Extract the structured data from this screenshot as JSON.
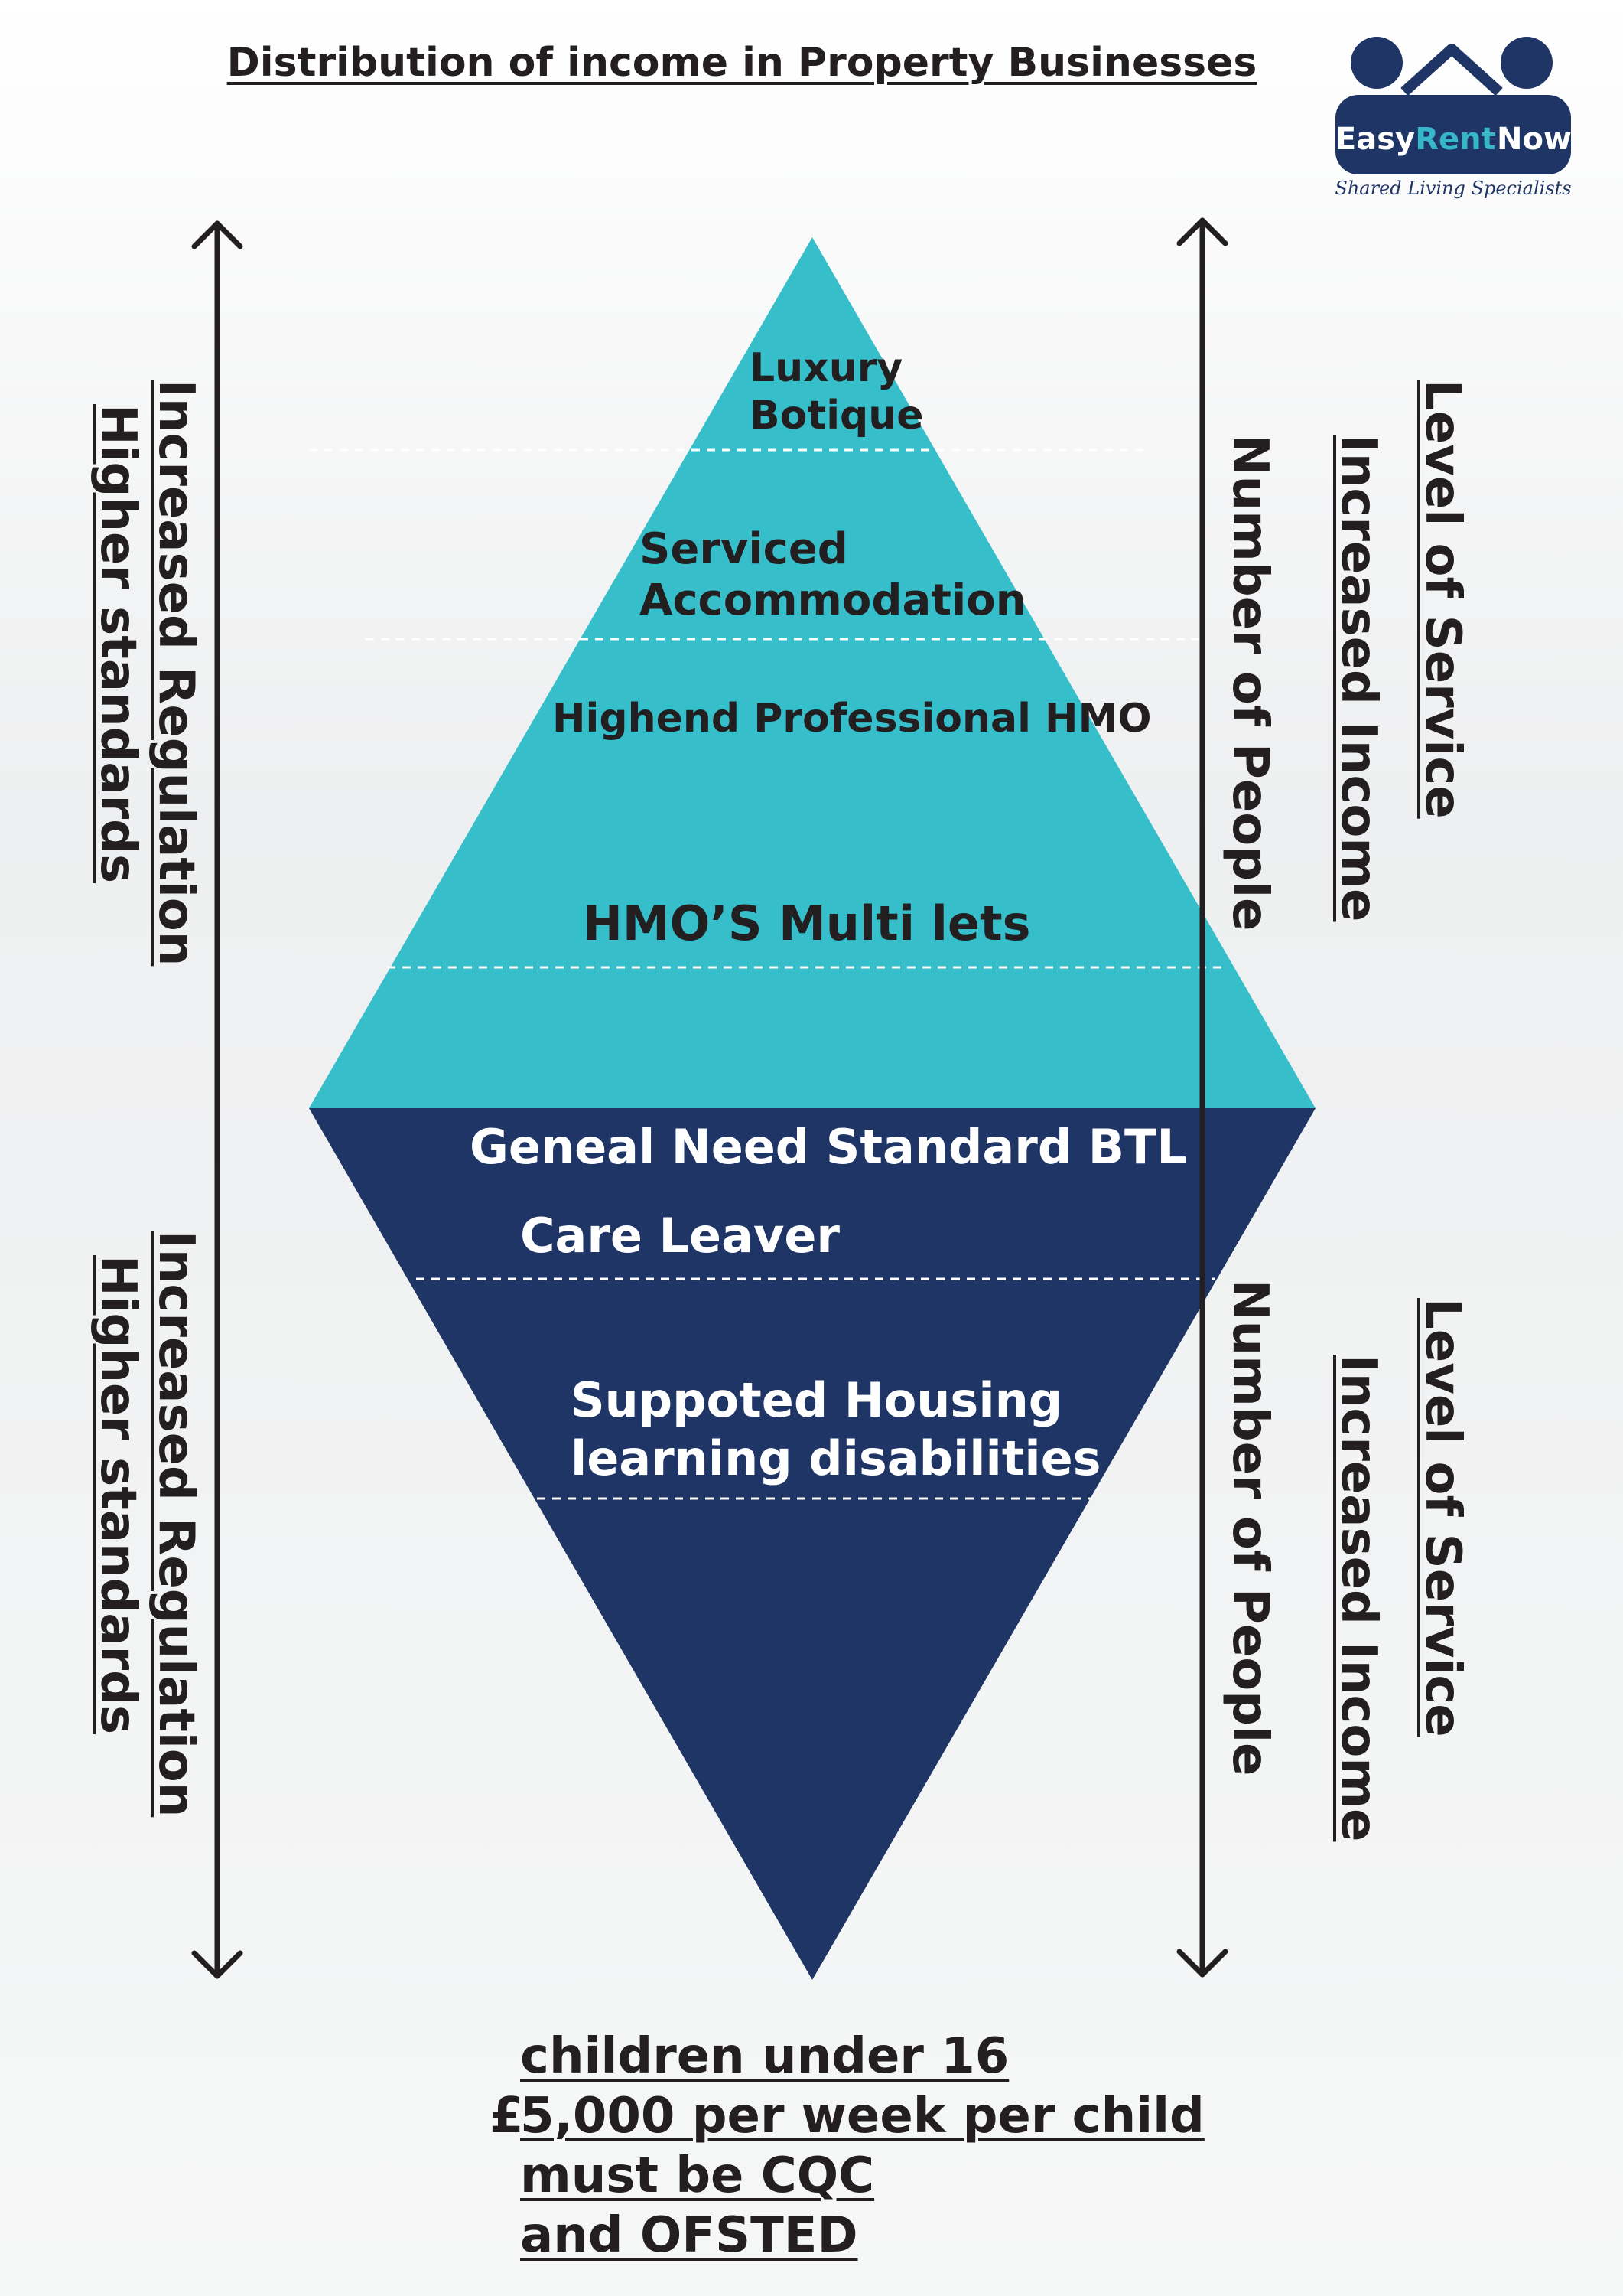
{
  "title": "Distribution of income in Property Businesses",
  "logo": {
    "word_easy": "Easy",
    "word_rent": "Rent",
    "word_now": "Now",
    "tagline": "Shared Living Specialists",
    "colors": {
      "navy": "#1f3566",
      "teal": "#36b6c8"
    }
  },
  "colors": {
    "top_triangle": "#36bfca",
    "bottom_triangle": "#1f3566",
    "divider": "#ffffff",
    "arrow": "#231f20"
  },
  "upper": {
    "tiers": [
      {
        "label": "Luxury\nBotique"
      },
      {
        "label": "Serviced\nAccommodation"
      },
      {
        "label": "Highend Professional HMO"
      },
      {
        "label": "HMO’S Multi lets"
      }
    ],
    "left_labels": [
      "Increased Regulation",
      "Higher standards"
    ],
    "right_labels": [
      "Level of Service",
      "Increased Income",
      "Number of People"
    ]
  },
  "lower": {
    "tiers": [
      {
        "label": "Geneal Need Standard BTL"
      },
      {
        "label": "Care Leaver"
      },
      {
        "label": "Suppoted Housing\nlearning disabilities"
      }
    ],
    "left_labels": [
      "Increased Regulation",
      "Higher standards"
    ],
    "right_labels": [
      "Level of Service",
      "Increased Income",
      "Number of People"
    ]
  },
  "footnote": {
    "symbol": "£",
    "lines": [
      "children under 16",
      "5,000 per week per child",
      "must be CQC",
      "and OFSTED"
    ]
  }
}
